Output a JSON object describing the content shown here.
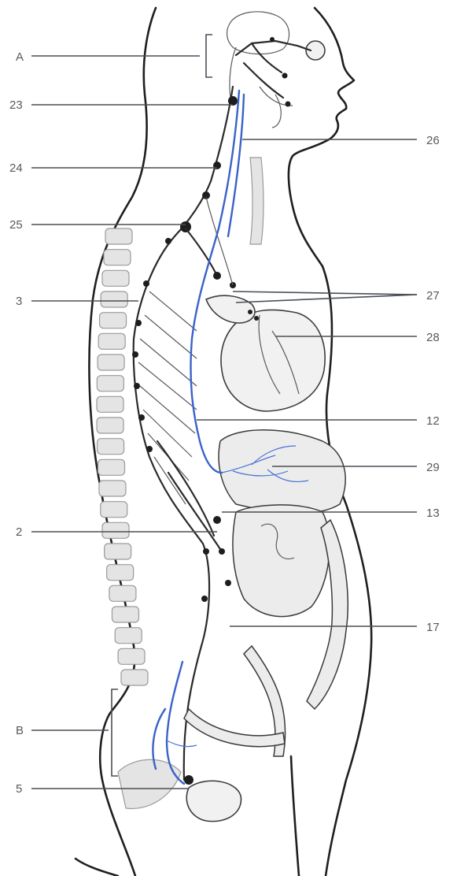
{
  "colors": {
    "background": "#ffffff",
    "outline": "#1f1f1f",
    "parasympathetic_blue": "#3b62c9",
    "label_text": "#555a60"
  },
  "labels": {
    "left": [
      "A",
      "23",
      "24",
      "25",
      "3",
      "2",
      "B",
      "5"
    ],
    "right": [
      "26",
      "27",
      "28",
      "12",
      "29",
      "13",
      "17"
    ]
  }
}
